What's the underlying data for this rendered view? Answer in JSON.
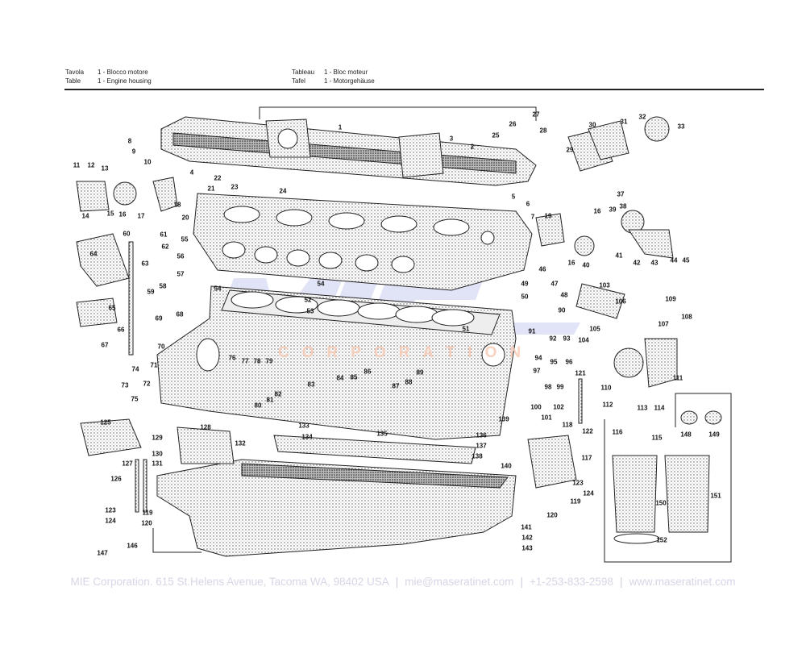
{
  "header": {
    "left": [
      {
        "key": "Tavola",
        "value": "1 - Blocco motore"
      },
      {
        "key": "Table",
        "value": "1 - Engine housing"
      }
    ],
    "right": [
      {
        "key": "Tableau",
        "value": "1 - Bloc moteur"
      },
      {
        "key": "Tafel",
        "value": "1 - Motorgehäuse"
      }
    ]
  },
  "watermark": {
    "logo": "MIE",
    "text": "CORPORATION",
    "logo_color": "#c9cdf0",
    "text_color": "#f7c9b4"
  },
  "parts": [
    "1",
    "2",
    "3",
    "4",
    "5",
    "6",
    "7",
    "8",
    "9",
    "10",
    "11",
    "12",
    "13",
    "14",
    "15",
    "16",
    "17",
    "18",
    "19",
    "20",
    "21",
    "22",
    "23",
    "24",
    "25",
    "26",
    "27",
    "28",
    "29",
    "30",
    "31",
    "32",
    "33",
    "37",
    "38",
    "39",
    "16",
    "40",
    "16",
    "41",
    "42",
    "43",
    "44",
    "45",
    "46",
    "47",
    "48",
    "49",
    "50",
    "51",
    "52",
    "53",
    "54",
    "54",
    "55",
    "56",
    "57",
    "58",
    "59",
    "60",
    "61",
    "62",
    "63",
    "64",
    "65",
    "66",
    "67",
    "68",
    "69",
    "70",
    "71",
    "72",
    "73",
    "74",
    "75",
    "76",
    "77",
    "78",
    "79",
    "80",
    "81",
    "82",
    "83",
    "84",
    "85",
    "86",
    "87",
    "88",
    "89",
    "90",
    "91",
    "92",
    "93",
    "94",
    "95",
    "96",
    "97",
    "98",
    "99",
    "100",
    "101",
    "102",
    "103",
    "104",
    "105",
    "106",
    "107",
    "108",
    "109",
    "110",
    "111",
    "112",
    "113",
    "114",
    "115",
    "116",
    "117",
    "118",
    "119",
    "120",
    "121",
    "122",
    "123",
    "124",
    "125",
    "126",
    "127",
    "128",
    "129",
    "130",
    "131",
    "132",
    "133",
    "134",
    "135",
    "136",
    "137",
    "138",
    "139",
    "140",
    "141",
    "142",
    "143",
    "123",
    "124",
    "119",
    "120",
    "146",
    "147",
    "148",
    "149",
    "150",
    "151",
    "152"
  ],
  "footer": {
    "address": "MIE Corporation. 615 St.Helens Avenue, Tacoma WA, 98402 USA",
    "email": "mie@maseratinet.com",
    "phone": "+1-253-833-2598",
    "website": "www.maseratinet.com"
  }
}
